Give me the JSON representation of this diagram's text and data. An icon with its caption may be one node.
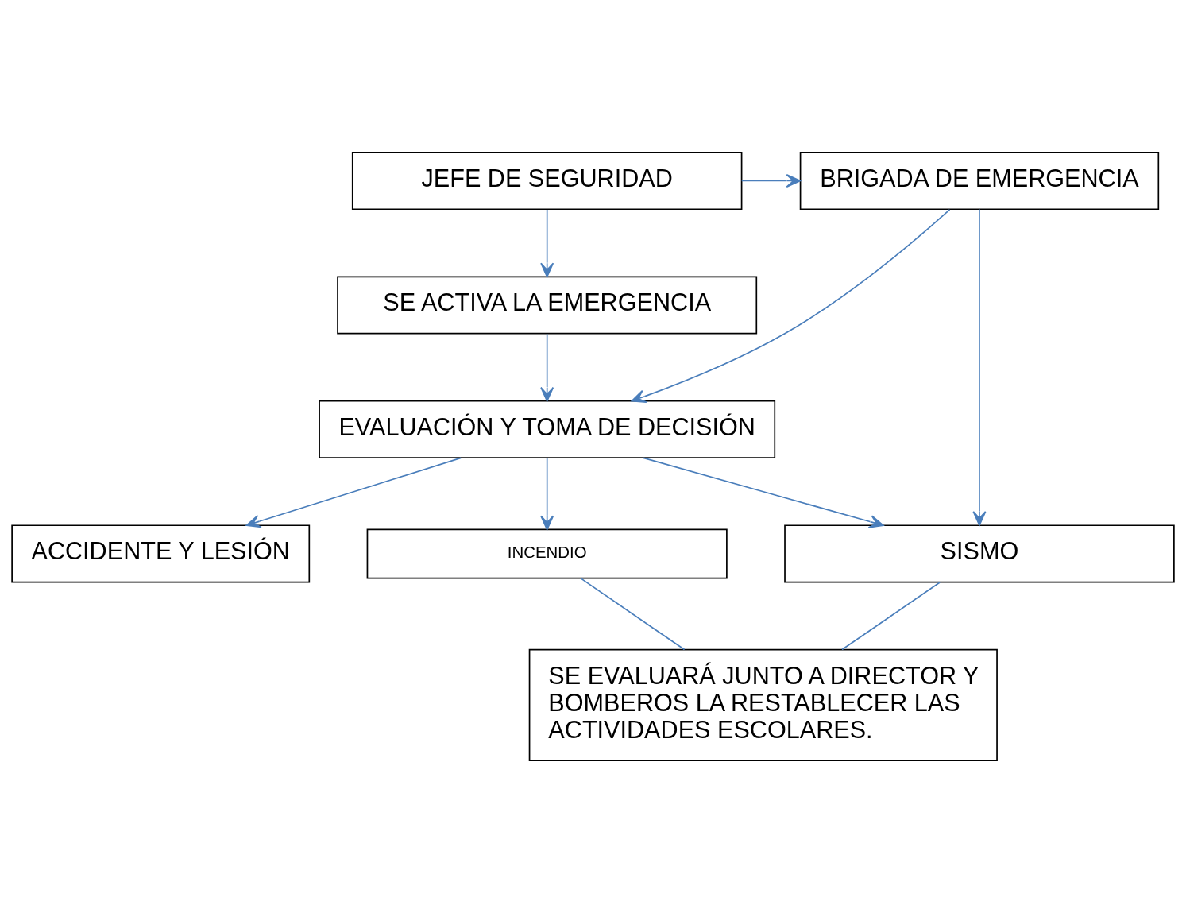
{
  "diagram": {
    "nodes": [
      {
        "text": [
          "JEFE DE SEGURIDAD"
        ]
      },
      {
        "text": [
          "BRIGADA DE EMERGENCIA"
        ]
      },
      {
        "text": [
          "SE ACTIVA LA EMERGENCIA"
        ]
      },
      {
        "text": [
          "EVALUACIÓN Y TOMA DE DECISIÓN"
        ]
      },
      {
        "text": [
          "ACCIDENTE Y LESIÓN"
        ]
      },
      {
        "text": [
          "SISMO"
        ]
      },
      {
        "text": [
          "INCENDIO"
        ]
      },
      {
        "text": [
          "SE EVALUARÁ JUNTO A DIRECTOR Y BOMBEROS LA RESTABLECER LAS ACTIVIDADES ESCOLARES."
        ]
      }
    ],
    "edges": [
      {
        "from": 0,
        "to": 1,
        "arrow": "to"
      },
      {
        "from": 0,
        "to": 2,
        "arrow": "to"
      },
      {
        "from": 2,
        "to": 3,
        "arrow": "to"
      },
      {
        "from": 1,
        "to": 3,
        "arrow": "to"
      },
      {
        "from": 1,
        "to": 5,
        "arrow": "to"
      },
      {
        "from": 3,
        "to": 5,
        "arrow": "to"
      },
      {
        "from": 3,
        "to": 4,
        "arrow": "to"
      },
      {
        "from": 3,
        "to": 6,
        "arrow": "to"
      },
      {
        "from": 5,
        "to": 7,
        "arrow": "none"
      },
      {
        "from": 6,
        "to": 7,
        "arrow": "none"
      }
    ]
  }
}
